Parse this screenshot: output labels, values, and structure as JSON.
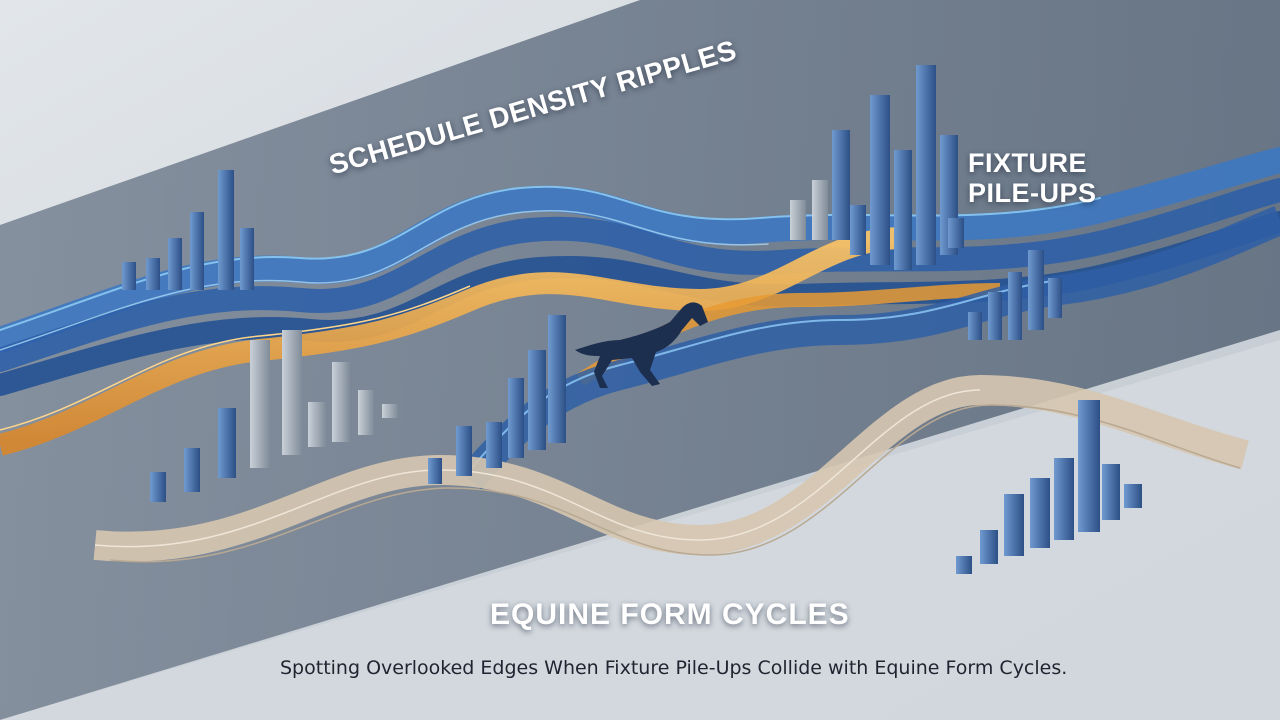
{
  "labels": {
    "density": "SCHEDULE DENSITY RIPPLES",
    "fixture": "FIXTURE PILE-UPS",
    "equine": "EQUINE FORM CYCLES"
  },
  "caption": "Spotting Overlooked Edges When Fixture Pile-Ups Collide with Equine Form Cycles.",
  "colors": {
    "background_light": "#d7dce2",
    "background_dark": "#6f7d8c",
    "wave_blue": "#2f6fbf",
    "wave_blue_light": "#6fb3e8",
    "wave_orange": "#f0a63a",
    "wave_beige": "#d8cbb8",
    "bar_blue": "#3f6aa6",
    "bar_grey": "#9aa6b2",
    "horse": "#1d2f4f"
  },
  "icons": {
    "horse": "running-horse-icon"
  }
}
